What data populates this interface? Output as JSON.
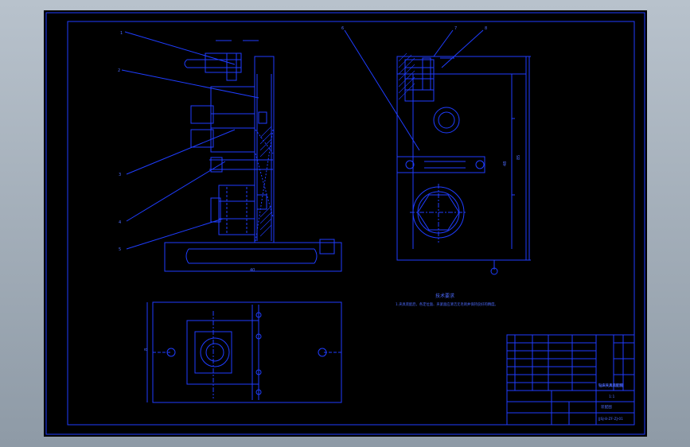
{
  "drawing": {
    "background": "#000000",
    "line_color": "#1f3dff",
    "text_color": "#4d6bff",
    "callouts": [
      "1",
      "2",
      "3",
      "4",
      "5",
      "6",
      "7",
      "8"
    ],
    "dim_overall_height": "85",
    "dim_inner_height": "48",
    "dim_base_width": "40",
    "dim_side": "8",
    "tech_title": "技术要求",
    "tech_body": "1.夹具装配后，各定位面、夹紧面应清洁无毛刺并保持良好的精度。",
    "title_block": {
      "drawing_name": "钻床夹具装配图",
      "scale_label": "1:1",
      "material_label": "装配图",
      "code": "JJSJ-8-ZF-ZJ-01"
    }
  }
}
